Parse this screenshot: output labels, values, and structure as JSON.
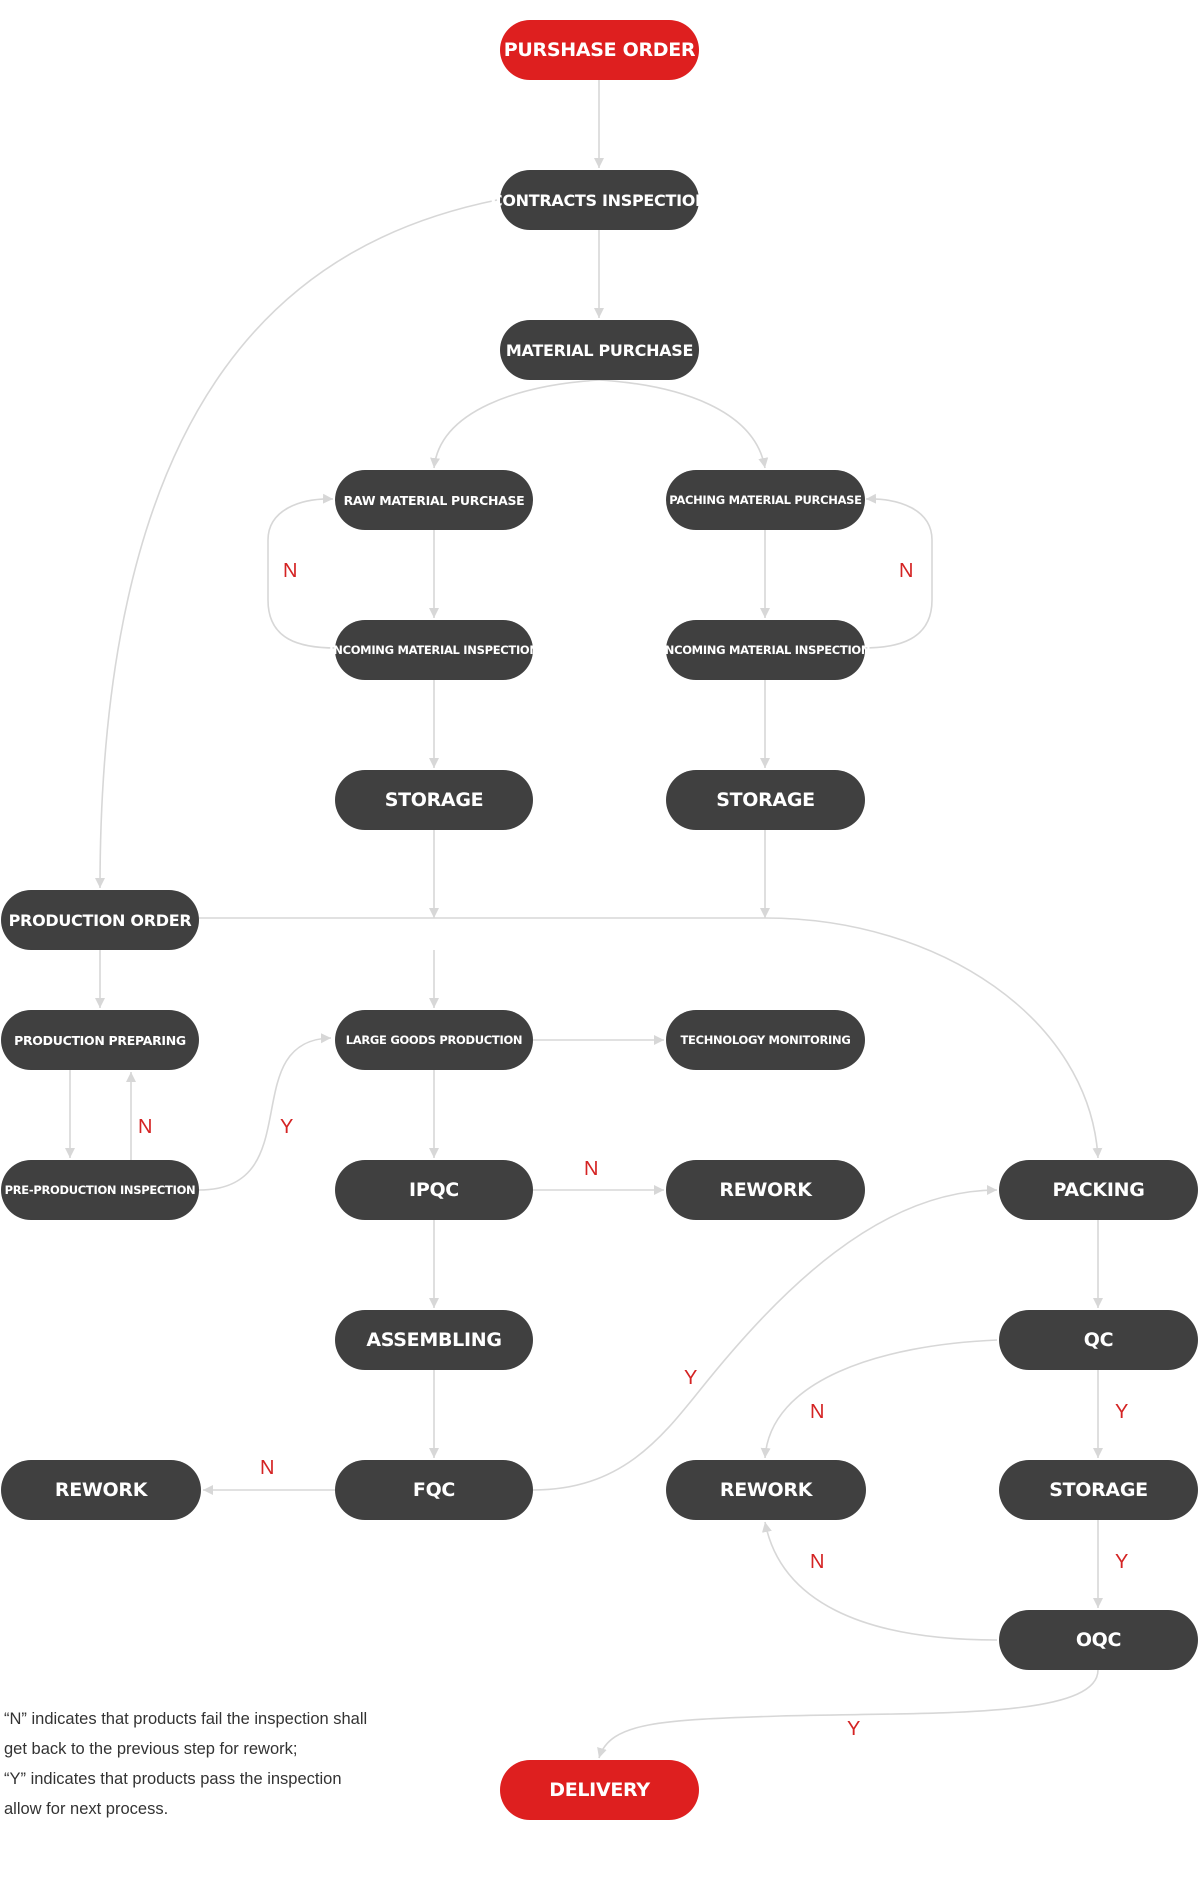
{
  "colors": {
    "node": "#404040",
    "accent": "#de1f1f",
    "edge": "#d7d7d7",
    "label": "#d42323",
    "text": "#333333"
  },
  "nodes": {
    "purchase_order": "PURSHASE ORDER",
    "contracts_inspection": "CONTRACTS INSPECTION",
    "material_purchase": "MATERIAL PURCHASE",
    "raw_material_purchase": "RAW MATERIAL PURCHASE",
    "packing_material_purchase": "PACHING MATERIAL PURCHASE",
    "incoming_inspection_raw": "INCOMING MATERIAL INSPECTION",
    "incoming_inspection_packing": "INCOMING MATERIAL INSPECTION",
    "storage_raw": "STORAGE",
    "storage_packing": "STORAGE",
    "production_order": "PRODUCTION ORDER",
    "production_preparing": "PRODUCTION PREPARING",
    "pre_production_inspection": "PRE-PRODUCTION INSPECTION",
    "large_goods_production": "LARGE GOODS PRODUCTION",
    "technology_monitoring": "TECHNOLOGY MONITORING",
    "ipqc": "IPQC",
    "rework_ipqc": "REWORK",
    "packing": "PACKING",
    "assembling": "ASSEMBLING",
    "qc": "QC",
    "rework_fqc": "REWORK",
    "fqc": "FQC",
    "rework_qc": "REWORK",
    "storage_final": "STORAGE",
    "oqc": "OQC",
    "delivery": "DELIVERY"
  },
  "edge_labels": {
    "raw_n": "N",
    "packing_n": "N",
    "pre_prod_n": "N",
    "pre_prod_y": "Y",
    "ipqc_n": "N",
    "fqc_y": "Y",
    "qc_n": "N",
    "qc_y": "Y",
    "fqc_n": "N",
    "storage_y": "Y",
    "oqc_n": "N",
    "oqc_y": "Y"
  },
  "legend": {
    "line1": "“N” indicates that products fail the inspection shall",
    "line2": "get back to the previous step for rework;",
    "line3": "“Y” indicates that products pass the inspection",
    "line4": "allow for next process."
  }
}
